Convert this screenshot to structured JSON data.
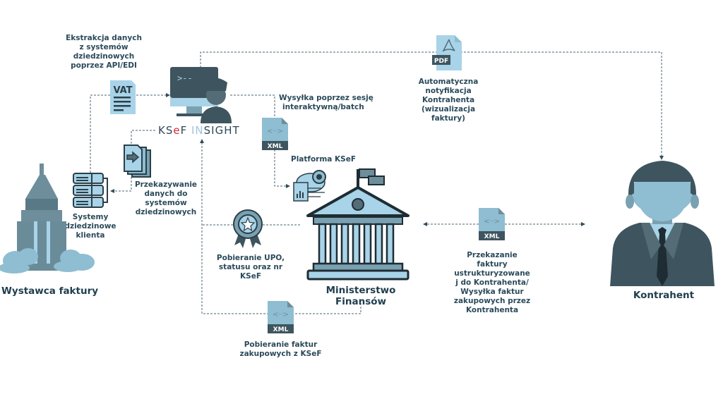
{
  "colors": {
    "text": "#2b4a5a",
    "icon_light": "#a8d3e8",
    "icon_dark": "#3e555f",
    "accent_red": "#d22a33"
  },
  "brand": {
    "part1": "KS",
    "part2": "e",
    "part3": "F ",
    "part4": "IN",
    "part5": "SIGHT"
  },
  "nodes": {
    "issuer": {
      "label": "Wystawca faktury",
      "icon": "skyscraper-icon"
    },
    "client_systems": {
      "label_lines": [
        "Systemy",
        "dziedzinowe",
        "klienta"
      ],
      "icon": "server-icon"
    },
    "ksef_insight": {
      "icon": "computer-user-icon"
    },
    "ministry": {
      "label": "Ministerstwo Finansów",
      "icon": "government-building-icon"
    },
    "platform": {
      "label": "Platforma KSeF",
      "icon": "cloud-gear-icon"
    },
    "contractor": {
      "label": "Kontrahent",
      "icon": "businessman-icon"
    }
  },
  "flows": {
    "extraction": {
      "lines": [
        "Ekstrakcja danych",
        "z systemów",
        "dziedzinowych",
        "poprzez API/EDI"
      ],
      "icon": "vat-document-icon",
      "icon_text": "VAT"
    },
    "transfer": {
      "lines": [
        "Przekazywanie",
        "danych do",
        "systemów",
        "dziedzinowych"
      ],
      "icon": "file-transfer-icon"
    },
    "send": {
      "lines": [
        "Wysyłka poprzez sesję",
        "interaktywną/batch"
      ],
      "icon": "xml-file-icon",
      "icon_text": "XML"
    },
    "notify": {
      "lines": [
        "Automatyczna",
        "notyfikacja",
        "Kontrahenta",
        "(wizualizacja",
        "faktury)"
      ],
      "icon": "pdf-file-icon",
      "icon_text": "PDF"
    },
    "upo": {
      "lines": [
        "Pobieranie UPO,",
        "statusu oraz nr",
        "KSeF"
      ],
      "icon": "award-badge-icon"
    },
    "purchase": {
      "lines": [
        "Pobieranie faktur",
        "zakupowych z KSeF"
      ],
      "icon": "xml-file-icon",
      "icon_text": "XML"
    },
    "exchange": {
      "lines": [
        "Przekazanie",
        "faktury",
        "ustrukturyzowane",
        "j do Kontrahenta/",
        "Wysyłka faktur",
        "zakupowych przez",
        "Kontrahenta"
      ],
      "icon": "xml-file-icon",
      "icon_text": "XML"
    }
  }
}
